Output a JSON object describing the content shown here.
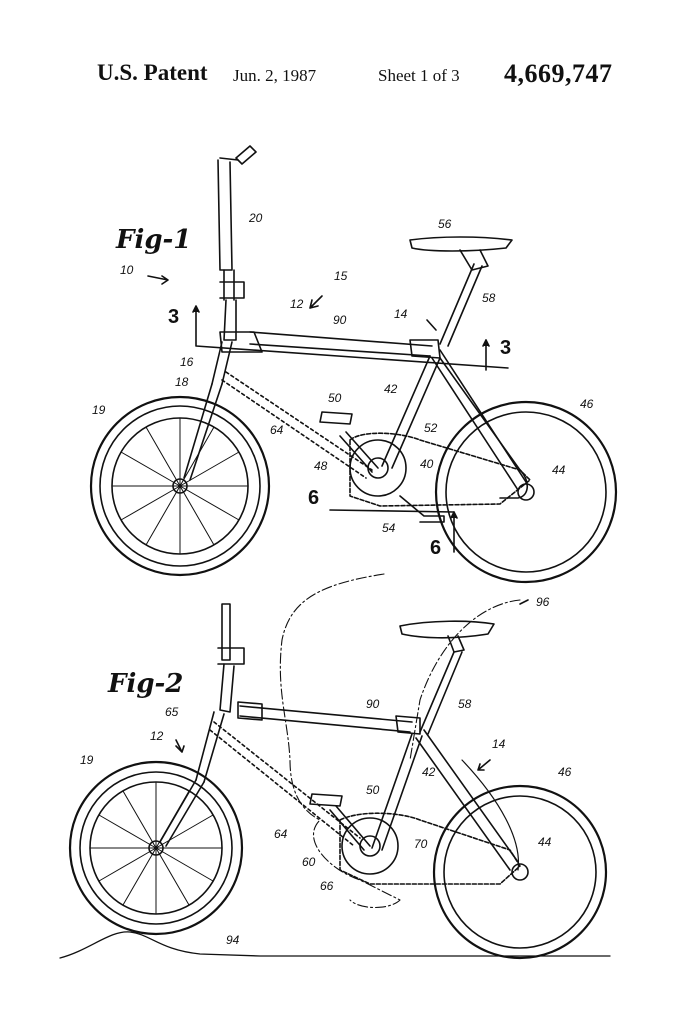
{
  "header": {
    "patent": "U.S. Patent",
    "date": "Jun. 2, 1987",
    "sheet": "Sheet 1 of 3",
    "number": "4,669,747"
  },
  "fig1": {
    "title": "Fig-1",
    "labels": [
      "20",
      "10",
      "15",
      "12",
      "3",
      "3",
      "90",
      "14",
      "56",
      "58",
      "16",
      "18",
      "19",
      "64",
      "50",
      "52",
      "42",
      "40",
      "48",
      "44",
      "46",
      "54",
      "6",
      "6"
    ]
  },
  "fig2": {
    "title": "Fig-2",
    "labels": [
      "96",
      "58",
      "90",
      "65",
      "12",
      "19",
      "14",
      "42",
      "46",
      "50",
      "70",
      "44",
      "64",
      "60",
      "66",
      "94"
    ]
  }
}
